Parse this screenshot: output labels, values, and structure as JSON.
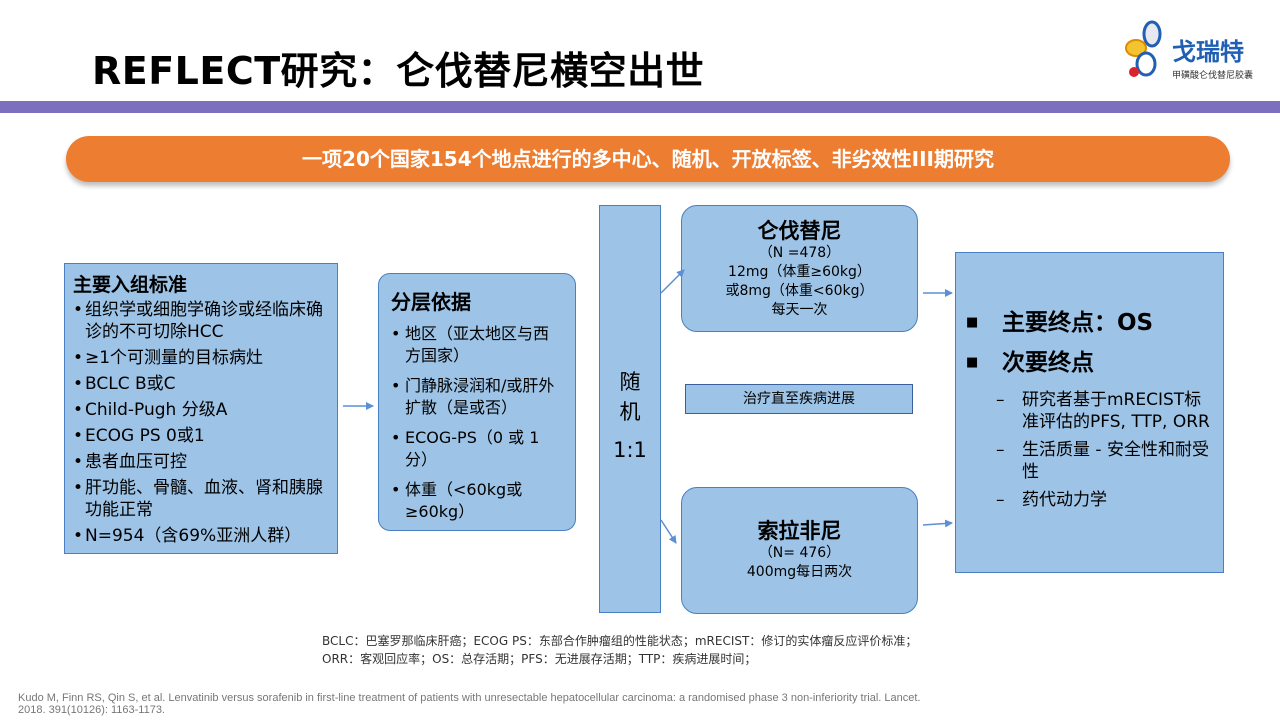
{
  "header": {
    "title": "REFLECT研究：仑伐替尼横空出世",
    "logo_name": "戈瑞特",
    "logo_sub": "甲磺酸仑伐替尼胶囊",
    "colors": {
      "bar": "#7b6fbe",
      "banner": "#ed7d31",
      "box_fill": "#9dc3e6",
      "box_border": "#4a7fc1"
    }
  },
  "banner": {
    "text": "一项20个国家154个地点进行的多中心、随机、开放标签、非劣效性III期研究"
  },
  "inclusion": {
    "heading": "主要入组标准",
    "items": [
      "组织学或细胞学确诊或经临床确诊的不可切除HCC",
      "≥1个可测量的目标病灶",
      "BCLC B或C",
      "Child-Pugh 分级A",
      "ECOG PS 0或1",
      "患者血压可控",
      "肝功能、骨髓、血液、肾和胰腺功能正常",
      "N=954（含69%亚洲人群）"
    ]
  },
  "stratification": {
    "heading": "分层依据",
    "items": [
      "地区（亚太地区与西方国家）",
      "门静脉浸润和/或肝外扩散（是或否）",
      "ECOG-PS（0 或 1 分）",
      "体重（<60kg或≥60kg）"
    ]
  },
  "randomization": {
    "char1": "随",
    "char2": "机",
    "ratio": "1:1"
  },
  "arm_lenvatinib": {
    "heading": "仑伐替尼",
    "lines": [
      "（N =478）",
      "12mg（体重≥60kg）",
      "或8mg（体重<60kg）",
      "每天一次"
    ]
  },
  "treatment_note": "治疗直至疾病进展",
  "arm_sorafenib": {
    "heading": "索拉非尼",
    "lines": [
      "（N= 476）",
      "400mg每日两次"
    ]
  },
  "endpoints": {
    "primary": "主要终点：OS",
    "secondary": "次要终点",
    "secondary_items": [
      "研究者基于mRECIST标准评估的PFS, TTP, ORR",
      "生活质量 - 安全性和耐受性",
      "药代动力学"
    ]
  },
  "abbreviations": {
    "line1": "BCLC：巴塞罗那临床肝癌；ECOG PS：东部合作肿瘤组的性能状态；mRECIST：修订的实体瘤反应评价标准；",
    "line2": "ORR：客观回应率；OS：总存活期；PFS：无进展存活期；TTP：疾病进展时间；"
  },
  "reference": {
    "line1": "Kudo M, Finn RS, Qin S, et al. Lenvatinib versus sorafenib in first-line treatment of patients with unresectable hepatocellular carcinoma: a randomised phase 3 non-inferiority trial. Lancet.",
    "line2": "2018. 391(10126): 1163-1173."
  }
}
